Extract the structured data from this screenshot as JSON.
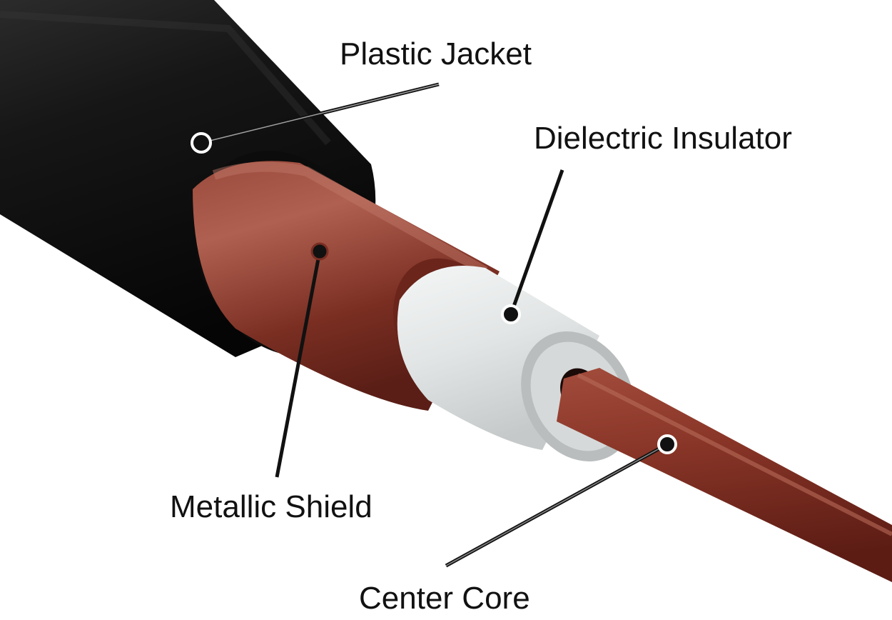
{
  "diagram": {
    "components": [
      {
        "id": "jacket",
        "label": "Plastic Jacket"
      },
      {
        "id": "insulator",
        "label": "Dielectric Insulator"
      },
      {
        "id": "shield",
        "label": "Metallic Shield"
      },
      {
        "id": "core",
        "label": "Center Core"
      }
    ]
  },
  "colors": {
    "jacket": "#141414",
    "shield": "#7a2e22",
    "insulator": "#e8eaea",
    "core": "#7d2f25",
    "leader": "#111111",
    "background": "#ffffff"
  }
}
